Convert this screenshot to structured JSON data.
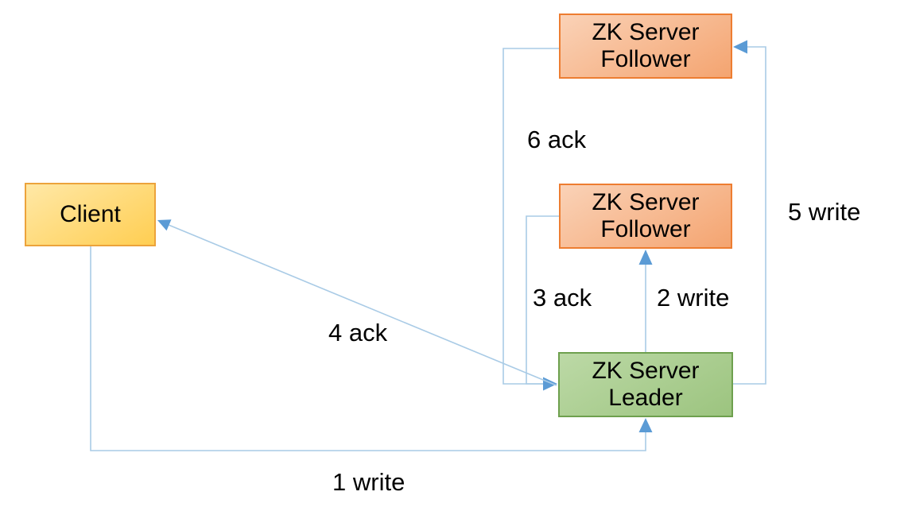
{
  "nodes": [
    {
      "id": "client",
      "label_line1": "Client",
      "label_line2": "",
      "role": "client"
    },
    {
      "id": "follower-top",
      "label_line1": "ZK Server",
      "label_line2": "Follower",
      "role": "follower"
    },
    {
      "id": "follower-middle",
      "label_line1": "ZK Server",
      "label_line2": "Follower",
      "role": "follower"
    },
    {
      "id": "leader",
      "label_line1": "ZK Server",
      "label_line2": "Leader",
      "role": "leader"
    }
  ],
  "edges": [
    {
      "id": "1",
      "label": "1 write",
      "from": "client",
      "to": "leader"
    },
    {
      "id": "2",
      "label": "2 write",
      "from": "leader",
      "to": "follower-middle"
    },
    {
      "id": "3",
      "label": "3 ack",
      "from": "follower-middle",
      "to": "leader"
    },
    {
      "id": "4",
      "label": "4 ack",
      "from": "leader",
      "to": "client"
    },
    {
      "id": "5",
      "label": "5 write",
      "from": "leader",
      "to": "follower-top"
    },
    {
      "id": "6",
      "label": "6 ack",
      "from": "follower-top",
      "to": "leader"
    }
  ],
  "colors": {
    "background": "#ffffff",
    "connector": "#a9cbe6",
    "arrow": "#5b9bd5",
    "label": "#000000",
    "client_fill_light": "#ffe8a6",
    "client_fill": "#ffce52",
    "client_border": "#eca33b",
    "follower_fill_light": "#fad2b7",
    "follower_fill": "#f4a470",
    "follower_border": "#ed7d31",
    "leader_fill_light": "#bcd9a6",
    "leader_fill": "#9cc47f",
    "leader_border": "#6ea04e"
  }
}
